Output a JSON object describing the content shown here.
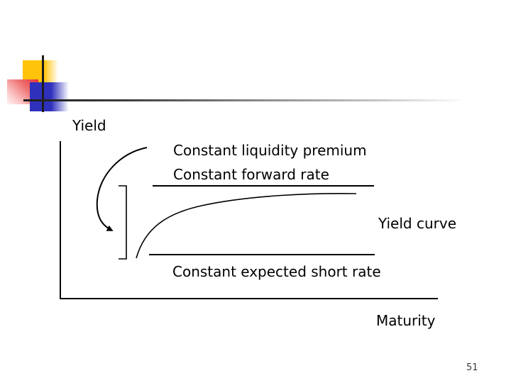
{
  "slide": {
    "background_color": "#ffffff",
    "page_number": "51"
  },
  "decoration": {
    "yellow_square_color": "#ffc40a",
    "red_square_color": "#e43137",
    "blue_square_color": "#2f31bd",
    "rule_color": "#1c1c1c"
  },
  "diagram": {
    "y_axis_label": "Yield",
    "x_axis_label": "Maturity",
    "liquidity_premium_label": "Constant liquidity premium",
    "forward_rate_label": "Constant forward rate",
    "yield_curve_label": "Yield curve",
    "expected_short_rate_label": "Constant expected short rate",
    "line_color": "#000000"
  },
  "chart_data": {
    "type": "line",
    "title": "",
    "xlabel": "Maturity",
    "ylabel": "Yield",
    "axes_numeric": false,
    "series": [
      {
        "name": "Constant forward rate",
        "shape": "horizontal reference line (upper)"
      },
      {
        "name": "Yield curve",
        "shape": "concave increasing curve rising from the lower line and flattening toward the upper line"
      },
      {
        "name": "Constant expected short rate",
        "shape": "horizontal reference line (lower)"
      }
    ],
    "annotations": [
      "Bracket between the two horizontal lines marks the constant liquidity premium",
      "Curved arrow points from the liquidity premium text region to the bracket"
    ],
    "legend": "none",
    "grid": false
  }
}
